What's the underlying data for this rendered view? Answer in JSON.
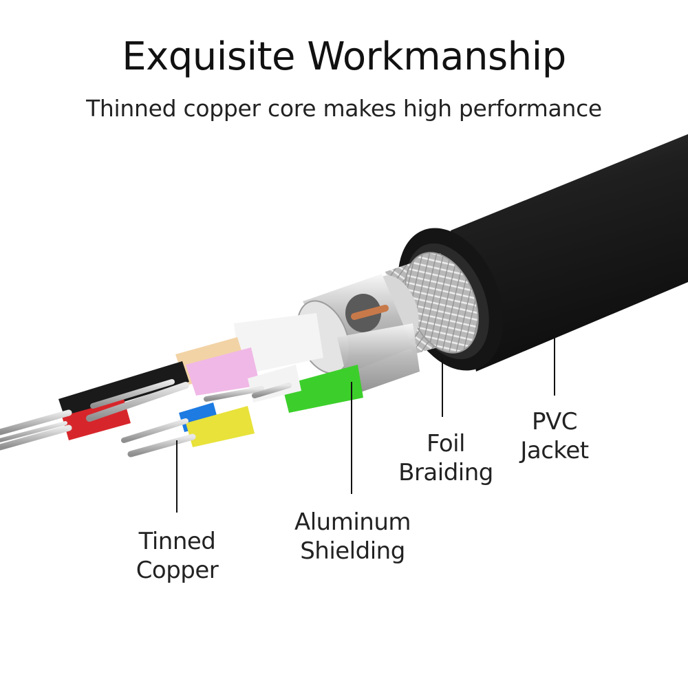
{
  "header": {
    "title": "Exquisite Workmanship",
    "subtitle": "Thinned copper core makes high performance"
  },
  "labels": {
    "pvc_jacket": [
      "PVC",
      "Jacket"
    ],
    "foil_braiding": [
      "Foil",
      "Braiding"
    ],
    "aluminum_shielding": [
      "Aluminum",
      "Shielding"
    ],
    "tinned_copper": [
      "Tinned",
      "Copper"
    ]
  },
  "colors": {
    "jacket": "#1b1b1b",
    "braid": "#c9c9c9",
    "foil": "#dcdcdc",
    "wire_black": "#1a1a1a",
    "wire_red": "#d7262b",
    "wire_peach": "#f2d3a6",
    "wire_pink": "#f0b8e6",
    "wire_white": "#f3f3f3",
    "wire_green": "#3ccf2b",
    "wire_blue": "#1d7be2",
    "wire_yellow": "#e8e23a",
    "copper": "#c8794a"
  }
}
